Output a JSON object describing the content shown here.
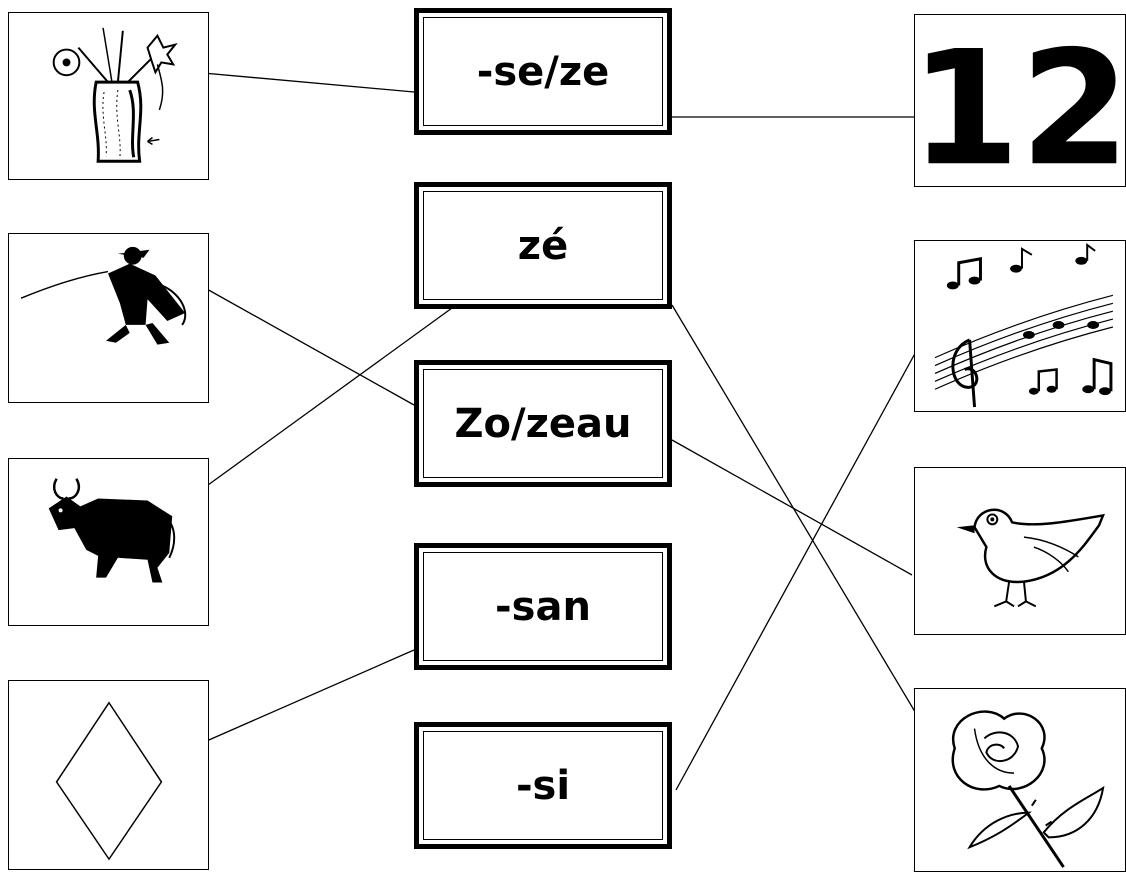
{
  "syllables": [
    {
      "id": "se",
      "label": "-se/ze"
    },
    {
      "id": "ze",
      "label": "zé"
    },
    {
      "id": "zo",
      "label": "Zo/zeau"
    },
    {
      "id": "san",
      "label": "-san"
    },
    {
      "id": "si",
      "label": "-si"
    }
  ],
  "left_pictures": [
    {
      "icon": "vase-icon",
      "matches": "-se/ze"
    },
    {
      "icon": "zorro-icon",
      "matches": "Zo/zeau"
    },
    {
      "icon": "zebu-icon",
      "matches": "zé"
    },
    {
      "icon": "diamond-shape-icon",
      "matches": "-san"
    }
  ],
  "right_pictures": [
    {
      "icon": "number-twelve-icon",
      "matches": "-se/ze"
    },
    {
      "icon": "music-notes-icon",
      "matches": "-si"
    },
    {
      "icon": "bird-icon",
      "matches": "Zo/zeau"
    },
    {
      "icon": "rose-icon",
      "matches": "zé"
    }
  ],
  "number_glyph": "12"
}
